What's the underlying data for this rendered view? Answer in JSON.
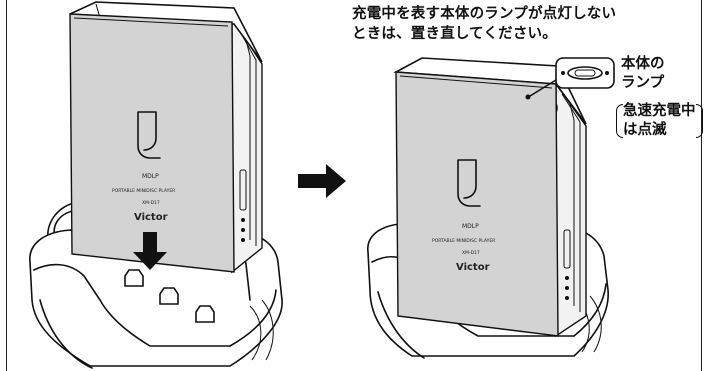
{
  "instruction": {
    "line1": "充電中を表す本体のランプが点灯しない",
    "line2": "ときは、置き直してください。"
  },
  "lamp_label": {
    "line1": "本体の",
    "line2": "ランプ"
  },
  "blink_note": {
    "line1": "急速充電中",
    "line2": "は点滅"
  },
  "device": {
    "brand": "Victor",
    "product_text": "PORTABLE MINIDISC PLAYER",
    "model": "XM-D17",
    "badge": "MDLP"
  },
  "icons": [
    "right-arrow-icon",
    "down-arrow-icon"
  ]
}
